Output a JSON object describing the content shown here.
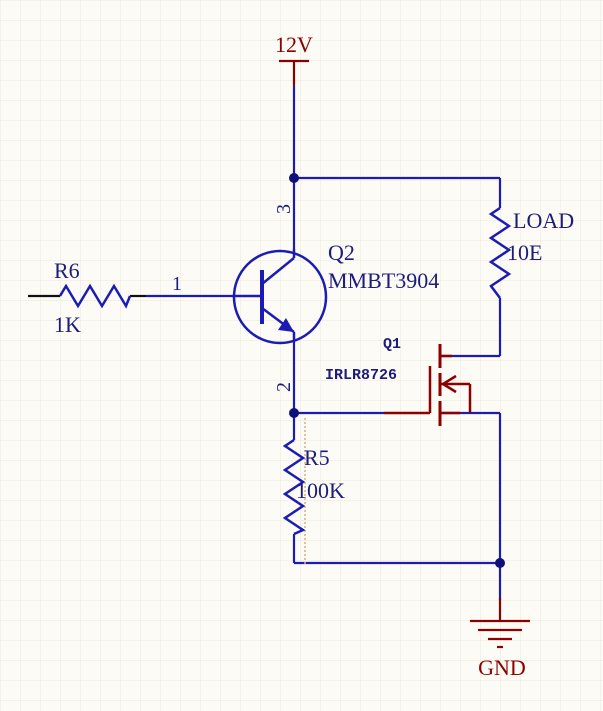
{
  "colors": {
    "background": "#fdfbf5",
    "grid": "#ece8dc",
    "wire": "#1c1cb4",
    "net_label": "#8b0000",
    "component": "#8b0000",
    "text": "#1c1c7a",
    "junction": "#10107a"
  },
  "power": {
    "label": "12V"
  },
  "ground": {
    "label": "GND"
  },
  "q2": {
    "designator": "Q2",
    "value": "MMBT3904",
    "pin_base": "1",
    "pin_collector": "3",
    "pin_emitter": "2"
  },
  "q1": {
    "designator": "Q1",
    "value": "IRLR8726"
  },
  "r6": {
    "designator": "R6",
    "value": "1K"
  },
  "r5": {
    "designator": "R5",
    "value": "100K"
  },
  "load": {
    "designator": "LOAD",
    "value": "10E"
  }
}
